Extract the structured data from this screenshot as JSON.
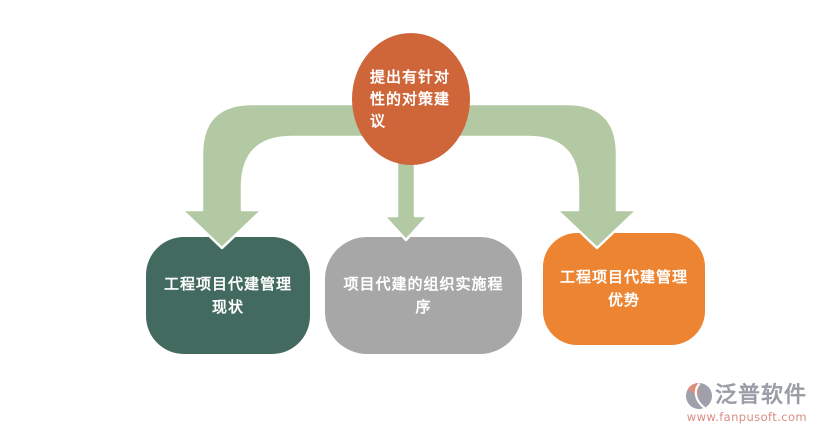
{
  "diagram": {
    "root": {
      "label": "提出有针对性的对策建议",
      "shape": "ellipse",
      "color": "#CE6639",
      "text_color": "#FFFFFF"
    },
    "children": [
      {
        "label": "工程项目代建管理现状",
        "shape": "rounded-rectangle",
        "color": "#436A5F",
        "text_color": "#FFFFFF"
      },
      {
        "label": "项目代建的组织实施程序",
        "shape": "rounded-rectangle",
        "color": "#A7A7A7",
        "text_color": "#FFFFFF"
      },
      {
        "label": "工程项目代建管理优势",
        "shape": "rounded-rectangle",
        "color": "#EC8431",
        "text_color": "#FFFFFF"
      }
    ],
    "connectors": {
      "style": "thick-block-arrows",
      "color": "#B3C9A3",
      "outline_color": "#FFFFFF",
      "count": 3
    }
  },
  "watermark": {
    "brand": "泛普软件",
    "url": "www.fanpusoft.com",
    "brand_color": "#9B9DA6",
    "url_color": "#D98C83",
    "icon": "fanpu-logo-icon",
    "icon_colors": {
      "gray": "#9EA0AB",
      "coral": "#DD8F7F"
    }
  }
}
